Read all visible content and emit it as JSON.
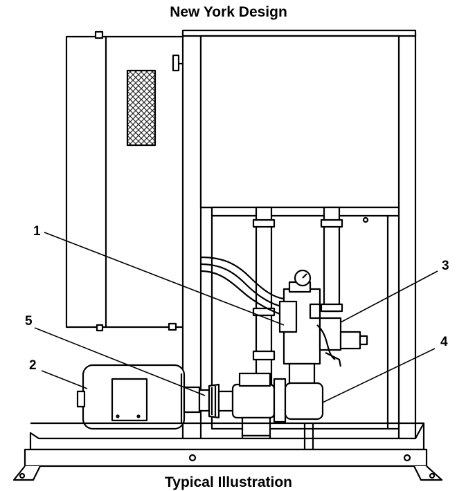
{
  "title": "New York Design",
  "caption": "Typical Illustration",
  "callouts": [
    {
      "id": "1",
      "label": "1"
    },
    {
      "id": "2",
      "label": "2"
    },
    {
      "id": "3",
      "label": "3"
    },
    {
      "id": "4",
      "label": "4"
    },
    {
      "id": "5",
      "label": "5"
    }
  ],
  "colors": {
    "line": "#000000",
    "fill": "#ffffff",
    "grille": "#444444"
  }
}
